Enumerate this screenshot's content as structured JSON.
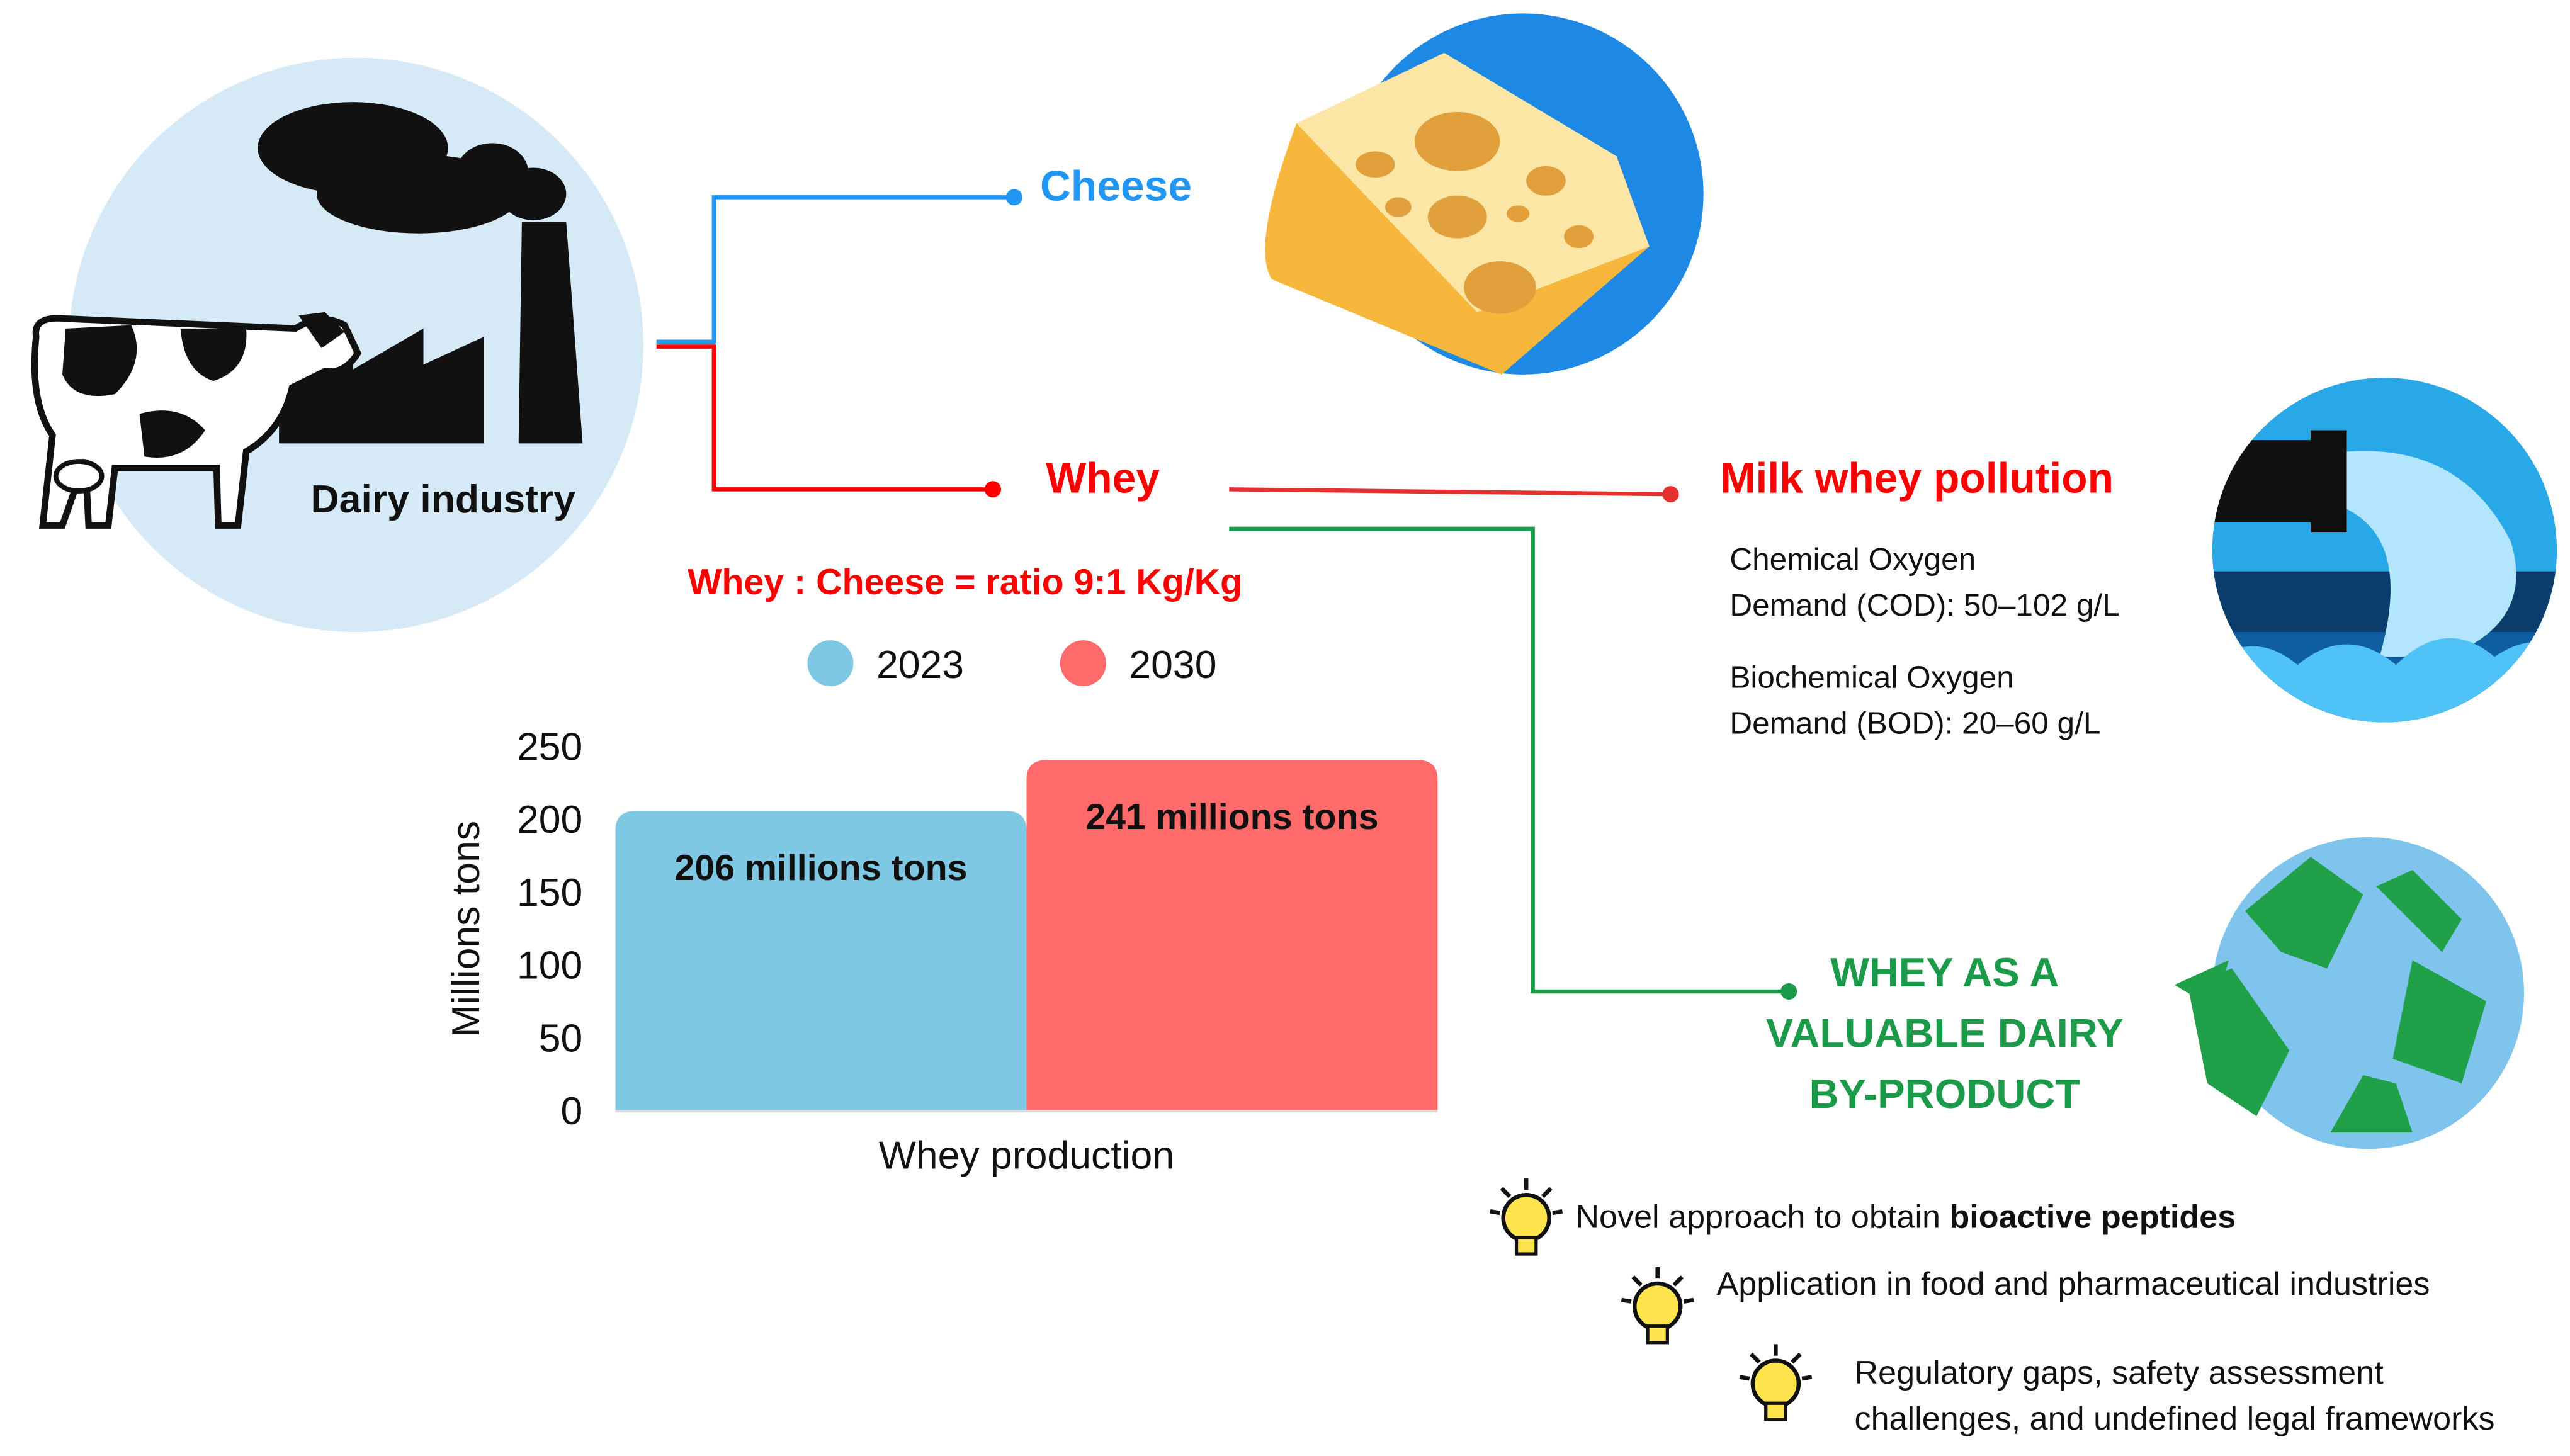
{
  "nodes": {
    "dairy": "Dairy industry",
    "cheese": "Cheese",
    "whey": "Whey",
    "pollution": "Milk whey pollution",
    "valuable": [
      "WHEY AS A",
      "VALUABLE DAIRY",
      "BY-PRODUCT"
    ]
  },
  "ratio_text": "Whey : Cheese = ratio 9:1 Kg/Kg",
  "pollution_facts": {
    "cod": [
      "Chemical Oxygen",
      "Demand (COD): 50–102 g/L"
    ],
    "bod": [
      "Biochemical Oxygen",
      "Demand (BOD): 20–60 g/L"
    ]
  },
  "bullets": {
    "b1_prefix": "Novel approach to obtain ",
    "b1_bold": "bioactive peptides",
    "b2": "Application in food and pharmaceutical industries",
    "b3": [
      "Regulatory gaps, safety assessment",
      "challenges, and undefined legal frameworks"
    ]
  },
  "colors": {
    "cheese": "#2196f3",
    "whey": "#ff0000",
    "green": "#1b9a4a",
    "bar_2023": "#7ec8e3",
    "bar_2030": "#ff6b6b"
  },
  "chart_data": {
    "type": "bar",
    "xlabel": "Whey production",
    "ylabel": "Millions tons",
    "ylim": [
      0,
      250
    ],
    "yticks": [
      "0",
      "50",
      "100",
      "150",
      "200",
      "250"
    ],
    "legend_placement": "top",
    "series": [
      {
        "name": "2023",
        "values": [
          206
        ],
        "label": "206 millions tons",
        "color": "#7ec8e3"
      },
      {
        "name": "2030",
        "values": [
          241
        ],
        "label": "241 millions tons",
        "color": "#ff6b6b"
      }
    ]
  }
}
